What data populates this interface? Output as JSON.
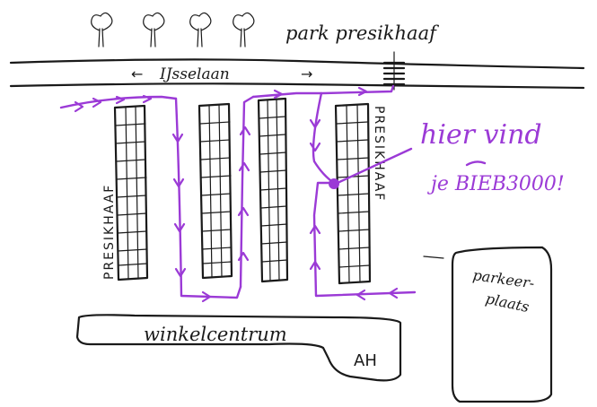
{
  "labels": {
    "park": "park presikhaaf",
    "street": "IJsselaan",
    "street_arrow_left": "←",
    "street_arrow_right": "→",
    "presikhaaf_left": "PRESIKHAAF",
    "presikhaaf_right": "PRESIKHAAF",
    "callout_line1": "hier vind",
    "callout_line2": "je BIEB3000!",
    "mall": "winkelcentrum",
    "supermarket": "AH",
    "parking_line1": "parkeer-",
    "parking_line2": "plaats"
  },
  "colors": {
    "ink": "#1a1a1a",
    "route": "#9b3ad6",
    "background": "#ffffff"
  },
  "icons": [
    "tree-icon",
    "crosswalk-icon",
    "location-dot-icon"
  ]
}
